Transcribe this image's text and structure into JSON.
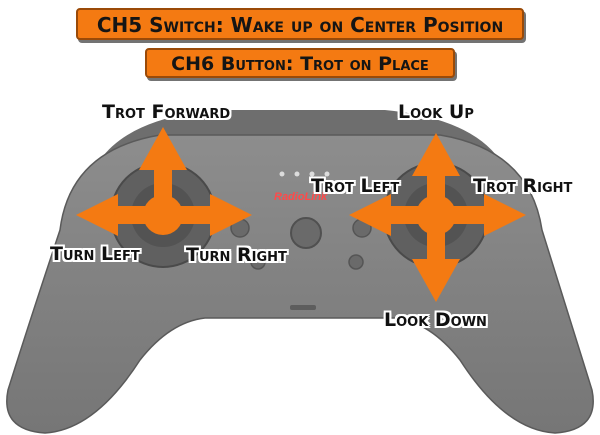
{
  "banners": {
    "ch5": "CH5 Switch: Wake up on Center Position",
    "ch6": "CH6 Button: Trot on Place"
  },
  "left_stick": {
    "up": "Trot Forward",
    "left": "Turn Left",
    "right": "Turn Right"
  },
  "right_stick": {
    "up": "Look Up",
    "down": "Look Down",
    "left": "Trot Left",
    "right": "Trot Right"
  },
  "gamepad": {
    "brand": "RadioLink"
  },
  "colors": {
    "arrow": "#f47a12",
    "banner": "#f47a12",
    "pad_body": "#7b7b7b"
  }
}
